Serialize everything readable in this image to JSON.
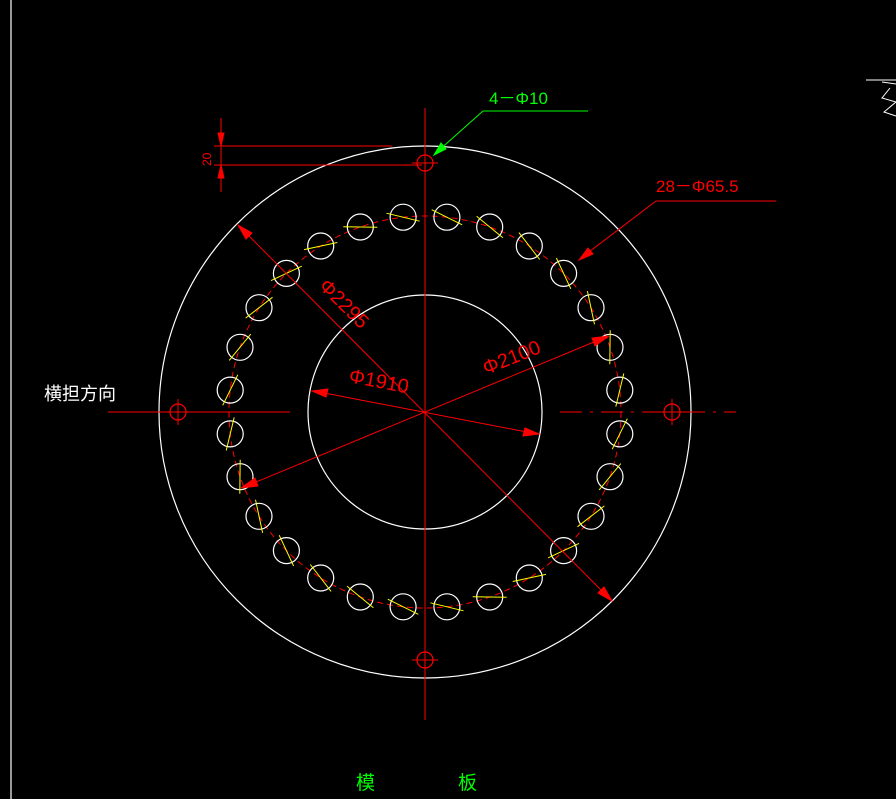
{
  "colors": {
    "background": "#000000",
    "geometry": "#ffffff",
    "centerline": "#ff0000",
    "dimension": "#ff0000",
    "hole_axis": "#ffff00",
    "leader_green": "#00ff00",
    "annotation_white": "#ffffff"
  },
  "annotations": {
    "small_hole_callout": "4－Φ10",
    "bolt_hole_callout": "28－Φ65.5",
    "dim_d2295": "Φ2295",
    "dim_d2100": "Φ2100",
    "dim_d1910": "Φ1910",
    "dim_offset": "20",
    "direction_label": "横担方向",
    "title_char_1": "模",
    "title_char_2": "板"
  },
  "drawing": {
    "bolt_hole_count": 28,
    "small_hole_count": 4
  }
}
